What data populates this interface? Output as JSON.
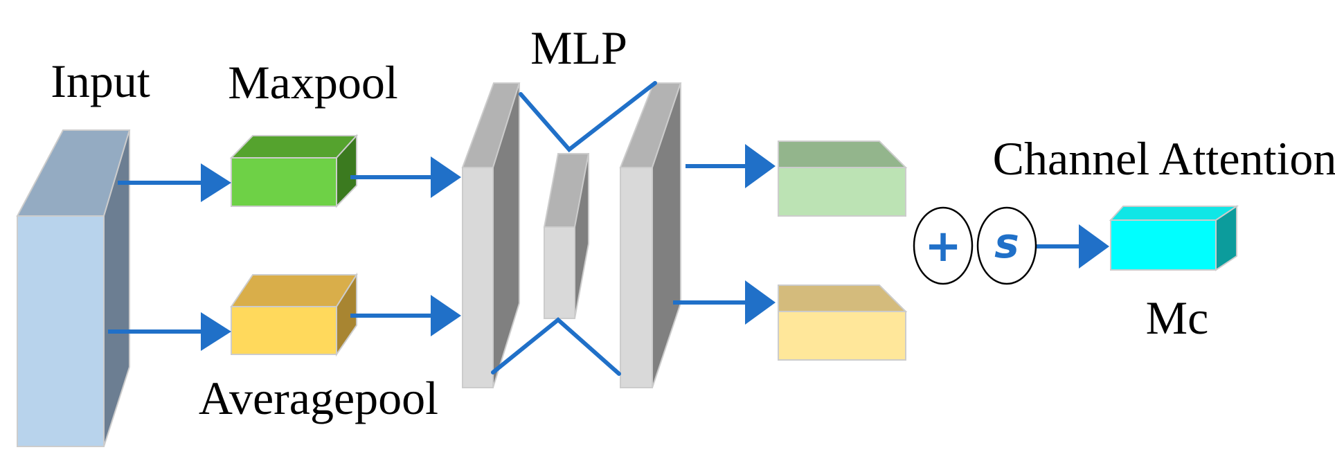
{
  "labels": {
    "input": "Input",
    "maxpool": "Maxpool",
    "averagepool": "Averagepool",
    "mlp": "MLP",
    "channel_attention": "Channel Attention",
    "mc": "Mc"
  },
  "operators": {
    "add_symbol": "+",
    "sigmoid_symbol": "s"
  },
  "colors": {
    "arrow": "#2070C8",
    "input_front": "#B8D3EC",
    "input_top": "#94ABC2",
    "input_side": "#6C7E92",
    "maxpool_front": "#6ED146",
    "maxpool_top": "#55A32E",
    "maxpool_side": "#3B7A1F",
    "avgpool_front": "#FFD95C",
    "avgpool_top": "#D9AE4A",
    "avgpool_side": "#A88531",
    "mlp_front": "#D9D9D9",
    "mlp_top": "#B3B3B3",
    "mlp_side": "#808080",
    "out_green_front": "#BCE3B4",
    "out_green_top": "#93B58C",
    "out_green_side": "#7E9E78",
    "out_yellow_front": "#FFE79A",
    "out_yellow_top": "#D4BB7C",
    "out_yellow_side": "#B9A06A",
    "mc_front": "#00FFFF",
    "mc_top": "#10E6E6",
    "mc_side": "#0C9C9C"
  }
}
